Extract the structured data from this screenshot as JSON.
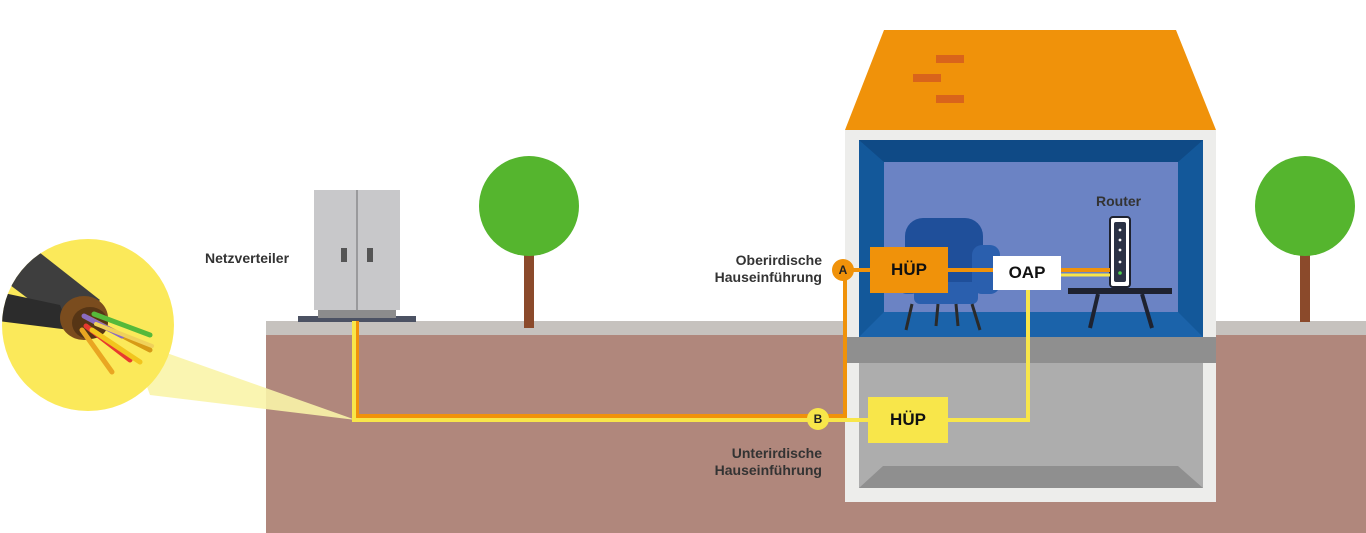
{
  "labels": {
    "network_distributor": "Netzverteiler",
    "router": "Router",
    "overhead_entry": [
      "Oberirdische",
      "Hauseinführung"
    ],
    "underground_entry": [
      "Unterirdische",
      "Hauseinführung"
    ]
  },
  "boxes": {
    "hup_upper": "HÜP",
    "oap": "OAP",
    "hup_lower": "HÜP"
  },
  "badges": {
    "a": "A",
    "b": "B"
  },
  "colors": {
    "ground": "#b0877c",
    "surface": "#c6c2be",
    "roof": "#f0920a",
    "roof_tile": "#d9641b",
    "room": "#6b83c4",
    "room_frame": "#13589a",
    "cellar": "#adadad",
    "cellar_floor": "#8f8f8f",
    "house_wall": "#ededeb",
    "fiber_orange": "#f0920a",
    "fiber_yellow": "#f8e64a",
    "tree": "#55b52e",
    "trunk": "#8b4a2b",
    "cabinet": "#c8c8ca",
    "cable_zoom": "#fbe95a"
  }
}
